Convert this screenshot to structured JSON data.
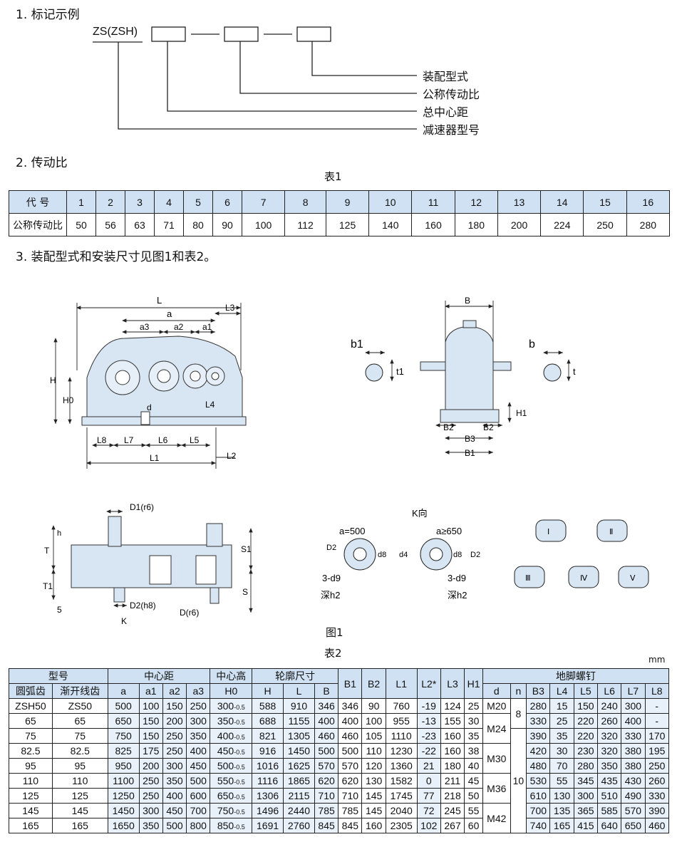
{
  "section1": {
    "title": "1. 标记示例",
    "code": "ZS(ZSH)",
    "legend": [
      "装配型式",
      "公称传动比",
      "总中心距",
      "减速器型号"
    ]
  },
  "section2": {
    "title": "2. 传动比",
    "table_title": "表1",
    "row1_label": "代 号",
    "row2_label": "公称传动比",
    "codes": [
      "1",
      "2",
      "3",
      "4",
      "5",
      "6",
      "7",
      "8",
      "9",
      "10",
      "11",
      "12",
      "13",
      "14",
      "15",
      "16"
    ],
    "ratios": [
      "50",
      "56",
      "63",
      "71",
      "80",
      "90",
      "100",
      "112",
      "125",
      "140",
      "160",
      "180",
      "200",
      "224",
      "250",
      "280"
    ]
  },
  "section3": {
    "title": "3. 装配型式和安装尺寸见图1和表2。"
  },
  "figure": {
    "caption": "图1",
    "k_view": "K向",
    "labels": {
      "L": "L",
      "a": "a",
      "L3": "L3",
      "a3": "a3",
      "a2": "a2",
      "a1": "a1",
      "H": "H",
      "H0": "H0",
      "d": "d",
      "L4": "L4",
      "L8": "L8",
      "L7": "L7",
      "L6": "L6",
      "L5": "L5",
      "L1": "L1",
      "L2": "L2",
      "B": "B",
      "b1": "b1",
      "t1": "t1",
      "b": "b",
      "t": "t",
      "H1": "H1",
      "B2": "B2",
      "B3": "B3",
      "B1": "B1",
      "D1": "D1(r6)",
      "h": "h",
      "T": "T",
      "T1": "T1",
      "S1": "S1",
      "S": "S",
      "five": "5",
      "D2": "D2(h8)",
      "D": "D(r6)",
      "K": "K",
      "a500": "a=500",
      "a650": "a≥650",
      "D2b": "D2",
      "d8": "d8",
      "d4": "d4",
      "threeD9": "3-d9",
      "depthH2": "深h2",
      "roman": [
        "Ⅰ",
        "Ⅱ",
        "Ⅲ",
        "Ⅳ",
        "Ⅴ"
      ]
    }
  },
  "table2": {
    "title": "表2",
    "unit": "mm",
    "groups": {
      "model": "型号",
      "center": "中心距",
      "height": "中心高",
      "outline": "轮廓尺寸",
      "foot": "地脚螺钉"
    },
    "sub_headers": {
      "arc": "圆弧齿",
      "involute": "渐开线齿",
      "a": "a",
      "a1": "a1",
      "a2": "a2",
      "a3": "a3",
      "H0": "H0",
      "H": "H",
      "L": "L",
      "B": "B",
      "B1": "B1",
      "B2": "B2",
      "L1": "L1",
      "L2": "L2*",
      "L3": "L3",
      "H1": "H1",
      "d": "d",
      "n": "n",
      "B3": "B3",
      "L4": "L4",
      "L5": "L5",
      "L6": "L6",
      "L7": "L7",
      "L8": "L8"
    },
    "rows": [
      {
        "arc": "ZSH50",
        "inv": "ZS50",
        "a": "500",
        "a1": "100",
        "a2": "150",
        "a3": "250",
        "H0": "300",
        "H": "588",
        "L": "910",
        "B": "346",
        "B1": "346",
        "B2": "90",
        "L1": "760",
        "L2": "-19",
        "L3": "124",
        "H1": "25",
        "B3": "280",
        "L4": "15",
        "L5": "150",
        "L6": "240",
        "L7": "300",
        "L8": "-"
      },
      {
        "arc": "65",
        "inv": "65",
        "a": "650",
        "a1": "150",
        "a2": "200",
        "a3": "300",
        "H0": "350",
        "H": "688",
        "L": "1155",
        "B": "400",
        "B1": "400",
        "B2": "100",
        "L1": "955",
        "L2": "-13",
        "L3": "155",
        "H1": "30",
        "B3": "330",
        "L4": "25",
        "L5": "220",
        "L6": "260",
        "L7": "400",
        "L8": "-"
      },
      {
        "arc": "75",
        "inv": "75",
        "a": "750",
        "a1": "150",
        "a2": "250",
        "a3": "350",
        "H0": "400",
        "H": "821",
        "L": "1305",
        "B": "460",
        "B1": "460",
        "B2": "105",
        "L1": "1110",
        "L2": "-23",
        "L3": "160",
        "H1": "35",
        "B3": "390",
        "L4": "35",
        "L5": "220",
        "L6": "320",
        "L7": "330",
        "L8": "170"
      },
      {
        "arc": "82.5",
        "inv": "82.5",
        "a": "825",
        "a1": "175",
        "a2": "250",
        "a3": "400",
        "H0": "450",
        "H": "916",
        "L": "1450",
        "B": "500",
        "B1": "500",
        "B2": "110",
        "L1": "1230",
        "L2": "-22",
        "L3": "160",
        "H1": "38",
        "B3": "420",
        "L4": "30",
        "L5": "230",
        "L6": "320",
        "L7": "380",
        "L8": "195"
      },
      {
        "arc": "95",
        "inv": "95",
        "a": "950",
        "a1": "200",
        "a2": "300",
        "a3": "450",
        "H0": "500",
        "H": "1016",
        "L": "1625",
        "B": "570",
        "B1": "570",
        "B2": "120",
        "L1": "1360",
        "L2": "21",
        "L3": "180",
        "H1": "40",
        "B3": "480",
        "L4": "70",
        "L5": "280",
        "L6": "350",
        "L7": "380",
        "L8": "250"
      },
      {
        "arc": "110",
        "inv": "110",
        "a": "1100",
        "a1": "250",
        "a2": "350",
        "a3": "500",
        "H0": "550",
        "H": "1116",
        "L": "1865",
        "B": "620",
        "B1": "620",
        "B2": "130",
        "L1": "1582",
        "L2": "0",
        "L3": "211",
        "H1": "45",
        "B3": "530",
        "L4": "55",
        "L5": "345",
        "L6": "435",
        "L7": "430",
        "L8": "260"
      },
      {
        "arc": "125",
        "inv": "125",
        "a": "1250",
        "a1": "250",
        "a2": "400",
        "a3": "600",
        "H0": "650",
        "H": "1306",
        "L": "2115",
        "B": "710",
        "B1": "710",
        "B2": "145",
        "L1": "1745",
        "L2": "77",
        "L3": "218",
        "H1": "50",
        "B3": "610",
        "L4": "130",
        "L5": "300",
        "L6": "510",
        "L7": "490",
        "L8": "330"
      },
      {
        "arc": "145",
        "inv": "145",
        "a": "1450",
        "a1": "300",
        "a2": "450",
        "a3": "700",
        "H0": "750",
        "H": "1496",
        "L": "2440",
        "B": "785",
        "B1": "785",
        "B2": "145",
        "L1": "2040",
        "L2": "72",
        "L3": "245",
        "H1": "55",
        "B3": "700",
        "L4": "135",
        "L5": "365",
        "L6": "585",
        "L7": "570",
        "L8": "390"
      },
      {
        "arc": "165",
        "inv": "165",
        "a": "1650",
        "a1": "350",
        "a2": "500",
        "a3": "800",
        "H0": "850",
        "H": "1691",
        "L": "2760",
        "B": "845",
        "B1": "845",
        "B2": "160",
        "L1": "2305",
        "L2": "102",
        "L3": "267",
        "H1": "60",
        "B3": "740",
        "L4": "165",
        "L5": "415",
        "L6": "640",
        "L7": "650",
        "L8": "460"
      }
    ],
    "h0_tolerance": "0\n-0.5",
    "d_groups": [
      {
        "value": "M20",
        "rows": 1
      },
      {
        "value": "M24",
        "rows": 2
      },
      {
        "value": "M30",
        "rows": 2
      },
      {
        "value": "M36",
        "rows": 2
      },
      {
        "value": "M42",
        "rows": 2
      }
    ],
    "n_groups": [
      {
        "value": "8",
        "rows": 2
      },
      {
        "value": "10",
        "rows": 7
      }
    ]
  },
  "colors": {
    "accent_fill": "#cfe1f2",
    "light_fill": "#e8f1fa",
    "drawing_fill": "#d8e6f3"
  }
}
